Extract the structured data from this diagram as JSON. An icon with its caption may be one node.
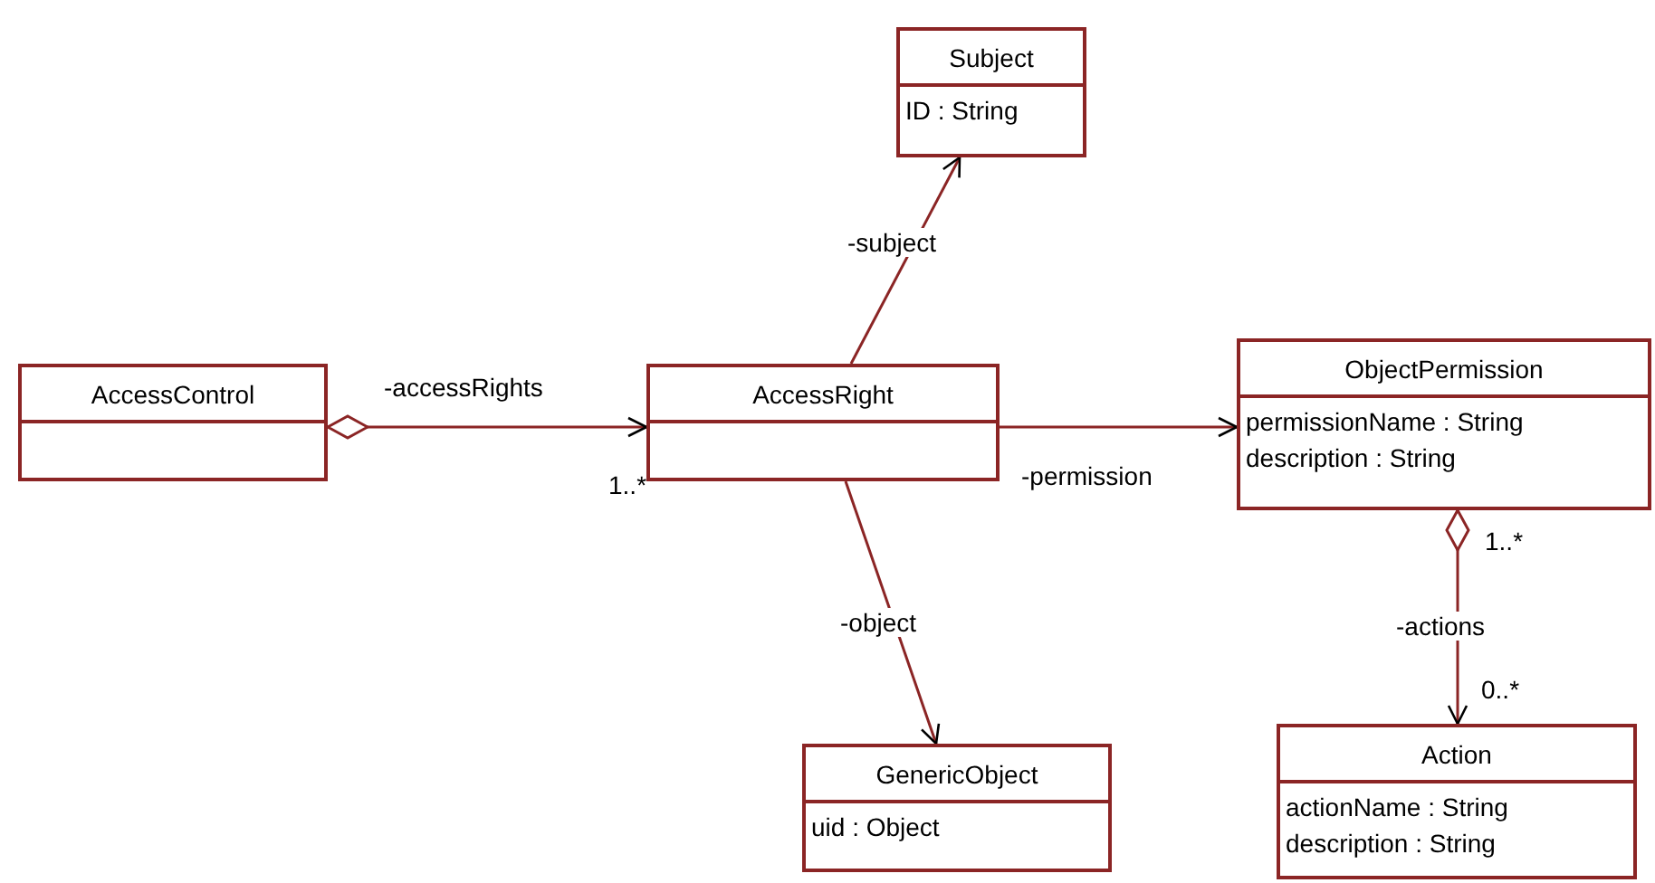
{
  "diagram": {
    "nodes": [
      {
        "text": [
          "Subject",
          "ID : String"
        ]
      },
      {
        "text": [
          "AccessControl"
        ]
      },
      {
        "text": [
          "AccessRight"
        ]
      },
      {
        "text": [
          "ObjectPermission",
          "permissionName : String",
          "description : String"
        ]
      },
      {
        "text": [
          "GenericObject",
          "uid : Object"
        ]
      },
      {
        "text": [
          "Action",
          "actionName : String",
          "description : String"
        ]
      }
    ],
    "edges": [
      {
        "from": 1,
        "to": 2,
        "arrow": "to",
        "label": "-accessRights"
      },
      {
        "from": 2,
        "to": 0,
        "arrow": "to",
        "label": "-subject"
      },
      {
        "from": 2,
        "to": 3,
        "arrow": "to",
        "label": "-permission"
      },
      {
        "from": 2,
        "to": 4,
        "arrow": "to",
        "label": "-object"
      },
      {
        "from": 3,
        "to": 5,
        "arrow": "to",
        "label": "-actions"
      }
    ],
    "labels": [
      "1..*",
      "1..*",
      "0..*"
    ]
  }
}
